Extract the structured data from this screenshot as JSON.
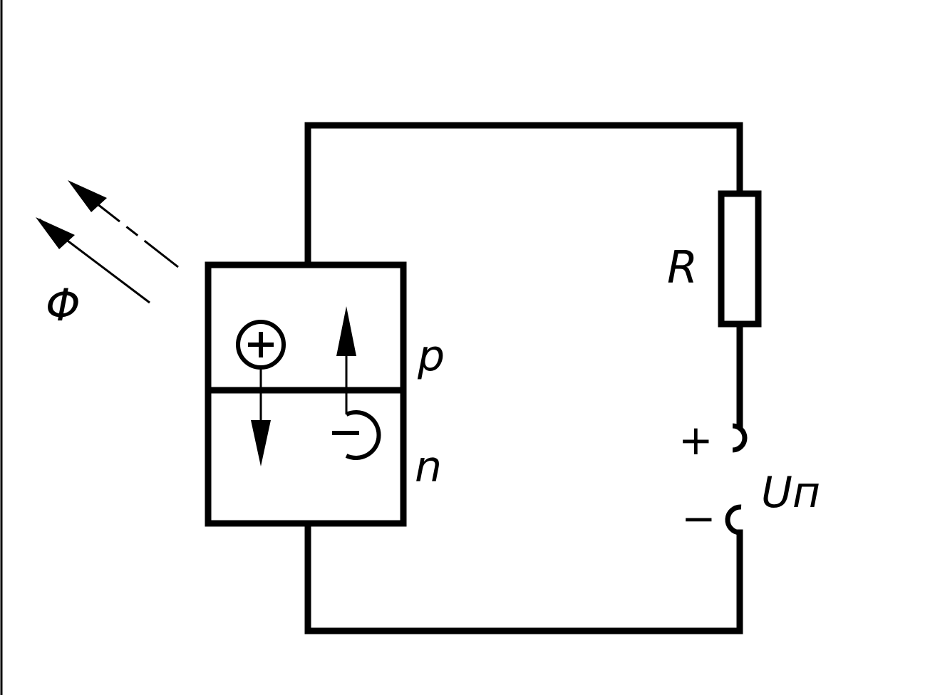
{
  "labels": {
    "flux": "Φ",
    "p_region": "p",
    "n_region": "n",
    "resistor": "R",
    "source": "Uп",
    "plus": "+",
    "minus": "−"
  },
  "colors": {
    "ink": "#000000",
    "paper": "#ffffff"
  }
}
